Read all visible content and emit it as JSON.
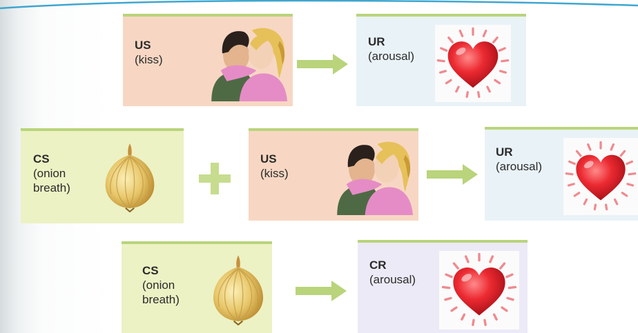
{
  "diagram": {
    "row1": {
      "stimulus": {
        "abbr": "US",
        "text": "(kiss)"
      },
      "response": {
        "abbr": "UR",
        "text": "(arousal)"
      }
    },
    "row2": {
      "stimulus1": {
        "abbr": "CS",
        "text": "(onion\nbreath)"
      },
      "stimulus2": {
        "abbr": "US",
        "text": "(kiss)"
      },
      "response": {
        "abbr": "UR",
        "text": "(arousal)"
      }
    },
    "row3": {
      "stimulus": {
        "abbr": "CS",
        "text": "(onion\nbreath)"
      },
      "response": {
        "abbr": "CR",
        "text": "(arousal)"
      }
    }
  },
  "colors": {
    "arrow": "#b9d47b",
    "us_box": "#f7d7c3",
    "cs_box": "#ecf2c4",
    "ur_box": "#e9f2f7",
    "cr_box": "#eceaf6",
    "heart": "#e0202a"
  },
  "icons": [
    "kissing-couple-image",
    "onion-image",
    "heart-icon",
    "right-arrow-icon",
    "plus-icon"
  ]
}
